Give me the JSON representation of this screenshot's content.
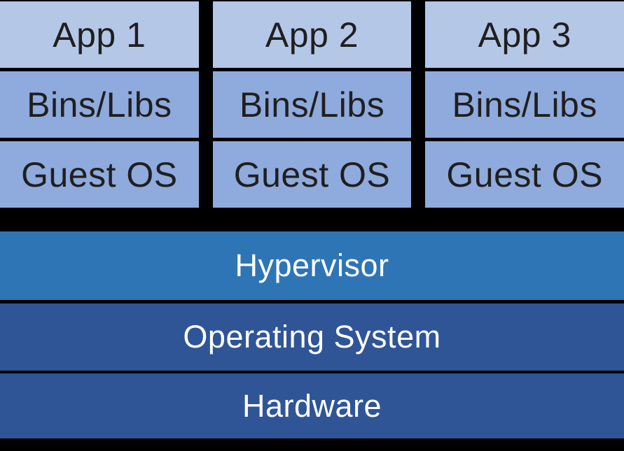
{
  "diagram": {
    "title": "virtualized-architecture-stack",
    "columns": [
      {
        "cells": [
          {
            "label": "App 1"
          },
          {
            "label": "Bins/Libs"
          },
          {
            "label": "Guest OS"
          }
        ]
      },
      {
        "cells": [
          {
            "label": "App 2"
          },
          {
            "label": "Bins/Libs"
          },
          {
            "label": "Guest OS"
          }
        ]
      },
      {
        "cells": [
          {
            "label": "App 3"
          },
          {
            "label": "Bins/Libs"
          },
          {
            "label": "Guest OS"
          }
        ]
      }
    ],
    "bars": [
      {
        "label": "Hypervisor",
        "color": "#2E75B6"
      },
      {
        "label": "Operating System",
        "color": "#2F5597"
      },
      {
        "label": "Hardware",
        "color": "#2F5597"
      }
    ],
    "colors": {
      "app_cell": "#B4C7E7",
      "layer_cell": "#8FAADC",
      "background": "#000000",
      "text_dark": "#1F1F1F",
      "text_light": "#FFFFFF"
    }
  }
}
